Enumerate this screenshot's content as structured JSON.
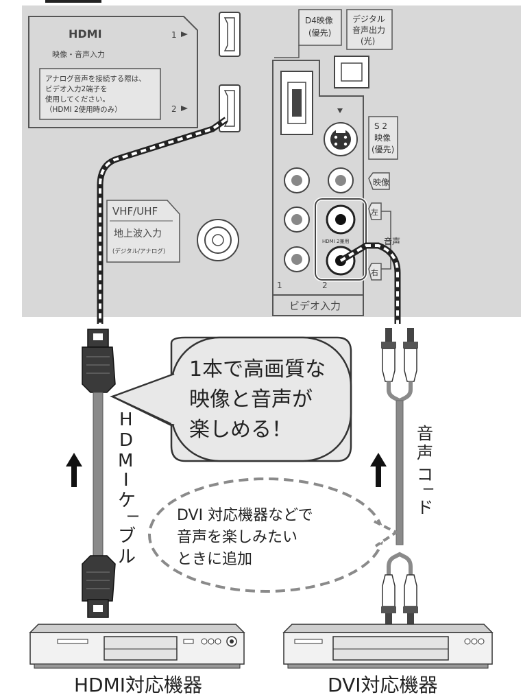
{
  "top_fragment": ".",
  "panel": {
    "hdmi_logo": "HDMI",
    "hdmi_label": "映像・音声入力",
    "port1": "1",
    "port2": "2",
    "note_lines": [
      "アナログ音声を接続する際は、",
      "ビデオ入力2端子を",
      "使用してください。",
      "（HDMI 2使用時のみ）"
    ],
    "d4_lines": [
      "D4映像",
      "(優先)"
    ],
    "digital_lines": [
      "デジタル",
      "音声出力",
      "(光)"
    ],
    "s2_lines": [
      "S 2",
      "映像",
      "(優先)"
    ],
    "video_tag": "映像",
    "left_tag": "左",
    "right_tag": "右",
    "audio_tag": "音声",
    "hdmi2_shared": "HDMI 2兼用",
    "vhf_line1": "VHF/UHF",
    "vhf_line2": "地上波入力",
    "vhf_line3": "(デジタル/アナログ)",
    "col1": "1",
    "col2": "2",
    "video_input": "ビデオ入力"
  },
  "bubble_main": [
    "1本で高画質な",
    "映像と音声が",
    "楽しめる！"
  ],
  "bubble_dashed": [
    "DVI 対応機器などで",
    "音声を楽しみたい",
    "ときに追加"
  ],
  "cable_hdmi_label": [
    "H",
    "D",
    "M",
    "I",
    "ケ",
    "ー",
    "ブ",
    "ル"
  ],
  "cable_audio_label": [
    "音",
    "声",
    "コ",
    "ー",
    "ド"
  ],
  "device_left": "HDMI対応機器",
  "device_right": "DVI対応機器",
  "colors": {
    "panel": "#d8d8d8",
    "stroke": "#444444",
    "cable": "#8a8a8a",
    "connector": "#3a3a3a"
  }
}
